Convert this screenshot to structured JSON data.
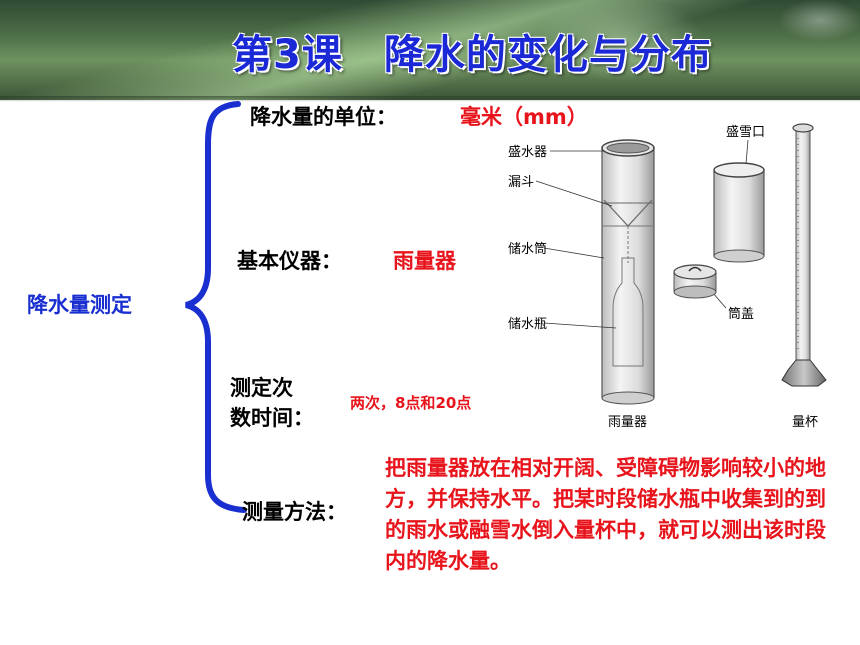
{
  "slide": {
    "title": "第3课　降水的变化与分布",
    "root_label": "降水量测定",
    "branches": [
      {
        "label": "降水量的单位：",
        "value": "毫米（mm）"
      },
      {
        "label": "基本仪器：",
        "value": "雨量器"
      },
      {
        "label": "测定次\n数时间：",
        "value": "两次，8点和20点"
      },
      {
        "label": "测量方法：",
        "value": "把雨量器放在相对开阔、受障碍物影响较小的地方，并保持水平。把某时段储水瓶中收集到的到的雨水或融雪水倒入量杯中，就可以测出该时段内的降水量。"
      }
    ]
  },
  "diagram": {
    "labels": {
      "funnel_mouth": "盛水器",
      "funnel": "漏斗",
      "storage_tube": "储水筒",
      "storage_bottle": "储水瓶",
      "rain_gauge": "雨量器",
      "snow_mouth": "盛雪口",
      "tube_cap": "筒盖",
      "measuring_cup": "量杯"
    }
  },
  "colors": {
    "title": "#1a28d6",
    "brace": "#1a2fd0",
    "value_text": "#e8141c",
    "label_text": "#000000"
  }
}
